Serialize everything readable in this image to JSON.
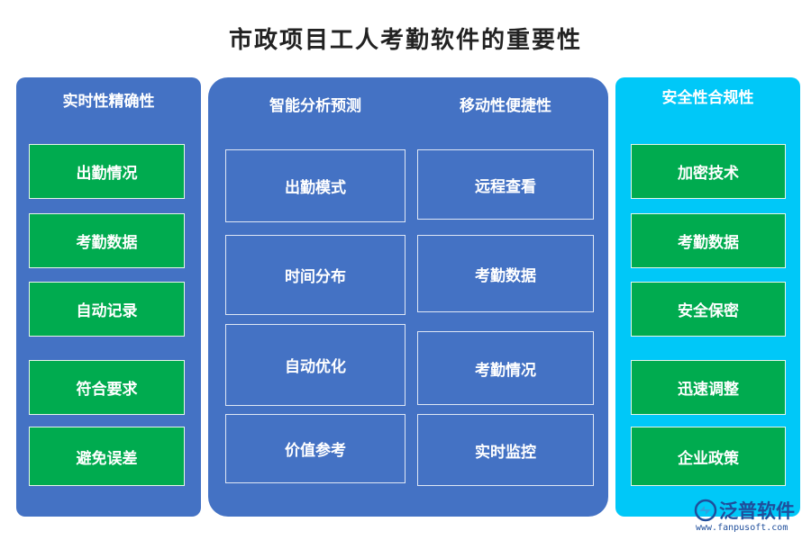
{
  "title": "市政项目工人考勤软件的重要性",
  "left": {
    "heading": "实时性精确性",
    "items": [
      "出勤情况",
      "考勤数据",
      "自动记录",
      "符合要求",
      "避免误差"
    ]
  },
  "middle": {
    "heading_a": "智能分析预测",
    "heading_b": "移动性便捷性",
    "col_a": [
      "出勤模式",
      "时间分布",
      "自动优化",
      "价值参考"
    ],
    "col_b": [
      "远程查看",
      "考勤数据",
      "考勤情况",
      "实时监控"
    ]
  },
  "right": {
    "heading": "安全性合规性",
    "items": [
      "加密技术",
      "考勤数据",
      "安全保密",
      "迅速调整",
      "企业政策"
    ]
  },
  "logo": {
    "name": "泛普软件",
    "url": "www.fanpusoft.com"
  },
  "colors": {
    "panel_blue": "#4472c4",
    "panel_cyan": "#00c8f8",
    "box_green": "#00ab4f"
  }
}
